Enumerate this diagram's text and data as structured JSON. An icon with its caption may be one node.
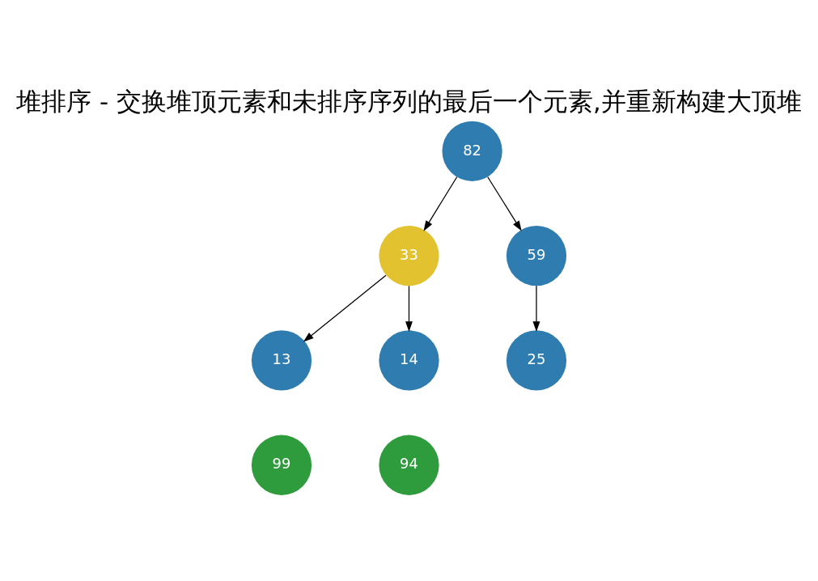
{
  "diagram": {
    "title": "堆排序 - 交换堆顶元素和未排序序列的最后一个元素,并重新构建大顶堆",
    "nodes": [
      {
        "text": [
          "82"
        ]
      },
      {
        "text": [
          "33"
        ]
      },
      {
        "text": [
          "59"
        ]
      },
      {
        "text": [
          "13"
        ]
      },
      {
        "text": [
          "14"
        ]
      },
      {
        "text": [
          "25"
        ]
      },
      {
        "text": [
          "99"
        ]
      },
      {
        "text": [
          "94"
        ]
      }
    ],
    "edges": [
      {
        "from": 0,
        "to": 1,
        "arrow": "to"
      },
      {
        "from": 0,
        "to": 2,
        "arrow": "to"
      },
      {
        "from": 1,
        "to": 3,
        "arrow": "to"
      },
      {
        "from": 1,
        "to": 4,
        "arrow": "to"
      },
      {
        "from": 2,
        "to": 5,
        "arrow": "to"
      }
    ]
  }
}
